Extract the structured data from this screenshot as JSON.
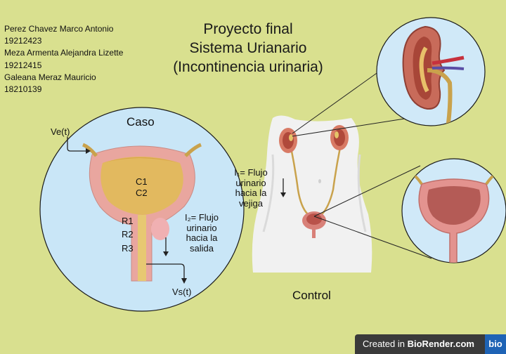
{
  "authors": [
    "Perez Chavez Marco Antonio",
    "19212423",
    "Meza Armenta Alejandra Lizette",
    "19212415",
    "Galeana Meraz Mauricio",
    "18210139"
  ],
  "title": [
    "Proyecto final",
    "Sistema Urianario",
    "(Incontinencia urinaria)"
  ],
  "caso": {
    "label": "Caso",
    "ve": "Ve(t)",
    "c1": "C1",
    "c2": "C2",
    "r1": "R1",
    "r2": "R2",
    "r3": "R3",
    "i2": [
      "I₂= Flujo",
      "urinario",
      "hacia la",
      "salida"
    ],
    "vs": "Vs(t)"
  },
  "control": {
    "label": "Control",
    "i1": [
      "I₁= Flujo",
      "urinario",
      "hacia la",
      "vejiga"
    ]
  },
  "credit": {
    "prefix": "Created in",
    "brand": "BioRender.com",
    "logo": "bio"
  }
}
